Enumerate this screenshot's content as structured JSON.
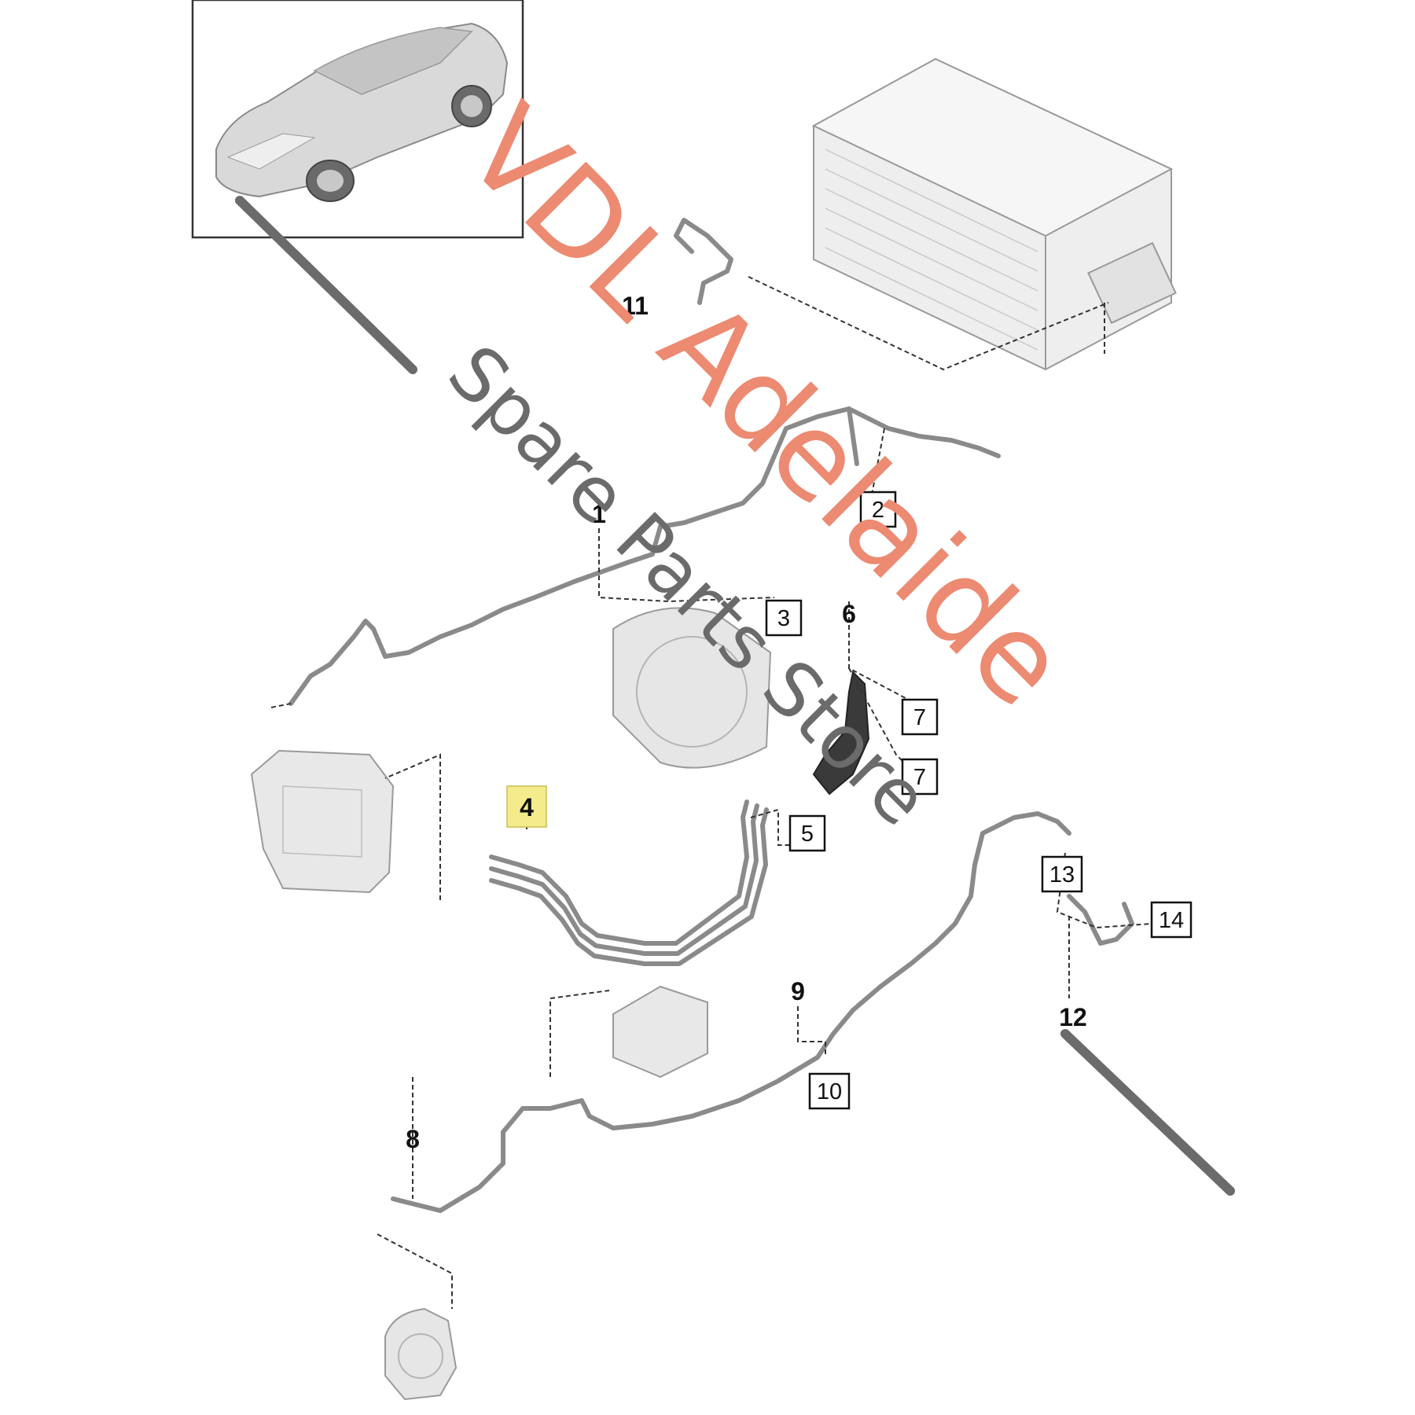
{
  "watermark": {
    "line1": "VDL Adelaide",
    "line2": "Spare Parts Store",
    "color_line1": "#ec8a72",
    "color_line2": "#6b6b6b"
  },
  "callouts": [
    {
      "id": "1",
      "boxed": false,
      "highlight": false
    },
    {
      "id": "2",
      "boxed": true,
      "highlight": false
    },
    {
      "id": "3",
      "boxed": true,
      "highlight": false
    },
    {
      "id": "4",
      "boxed": false,
      "highlight": true
    },
    {
      "id": "5",
      "boxed": true,
      "highlight": false
    },
    {
      "id": "6",
      "boxed": false,
      "highlight": false
    },
    {
      "id": "7",
      "boxed": true,
      "highlight": false
    },
    {
      "id": "7",
      "boxed": true,
      "highlight": false
    },
    {
      "id": "8",
      "boxed": false,
      "highlight": false
    },
    {
      "id": "9",
      "boxed": false,
      "highlight": false
    },
    {
      "id": "10",
      "boxed": true,
      "highlight": false
    },
    {
      "id": "11",
      "boxed": false,
      "highlight": false
    },
    {
      "id": "12",
      "boxed": false,
      "highlight": false
    },
    {
      "id": "13",
      "boxed": true,
      "highlight": false
    },
    {
      "id": "14",
      "boxed": true,
      "highlight": false
    }
  ],
  "colors": {
    "line": "#333333",
    "part_fill": "#e9e9e9",
    "part_stroke": "#9a9a9a",
    "highlight": "#f4ec8c"
  }
}
